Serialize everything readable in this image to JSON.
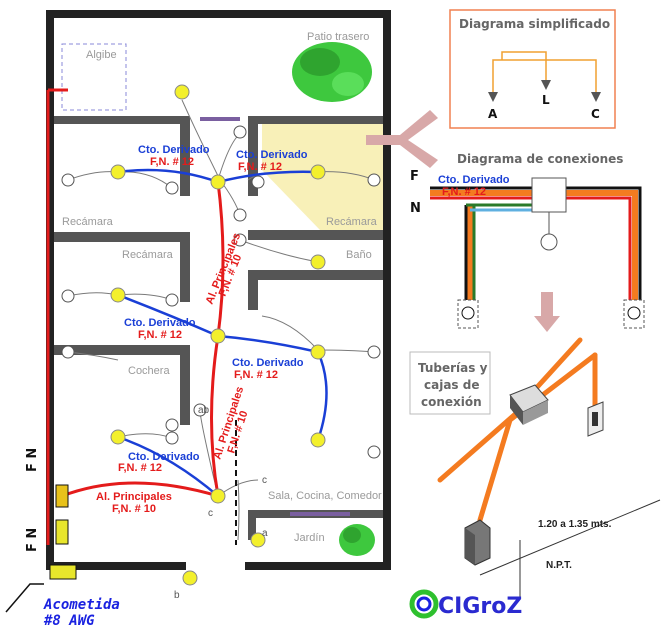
{
  "rooms": {
    "algibe": "Algibe",
    "patio": "Patio trasero",
    "recamara1": "Recámara",
    "recamara2": "Recámara",
    "recamara3": "Recámara",
    "bano": "Baño",
    "cochera": "Cochera",
    "sala": "Sala, Cocina, Comedor",
    "jardin": "Jardín"
  },
  "circuits": {
    "deriv_label": "Cto. Derivado",
    "fn12": "F,N. # 12",
    "al_princ": "Al. Principales",
    "fn10": "F,N. # 10"
  },
  "switch_labels": {
    "a": "a",
    "b": "b",
    "c": "c",
    "ab": "ab"
  },
  "service": {
    "acometida": "Acometida",
    "awg": "#8 AWG",
    "fn_upper": "F N",
    "fn_lower": "F N"
  },
  "simplified": {
    "title": "Diagrama simplificado",
    "a": "A",
    "l": "L",
    "c": "C"
  },
  "connections": {
    "title": "Diagrama de conexiones",
    "f": "F",
    "n": "N",
    "deriv": "Cto. Derivado",
    "fn": "F,N. # 12"
  },
  "pipes": {
    "title_l1": "Tuberías y",
    "title_l2": "cajas de",
    "title_l3": "conexión",
    "height": "1.20 a 1.35 mts.",
    "npt": "N.P.T."
  },
  "logo": {
    "text": "CIGroZ"
  },
  "colors": {
    "wire_red": "#e41b1b",
    "wire_blue": "#1a3fd6",
    "conduit_orange": "#f47b20",
    "lamp_yellow": "#f3f02c",
    "bath_fill": "#f8f0b8",
    "accent_salmon": "#f08050"
  }
}
